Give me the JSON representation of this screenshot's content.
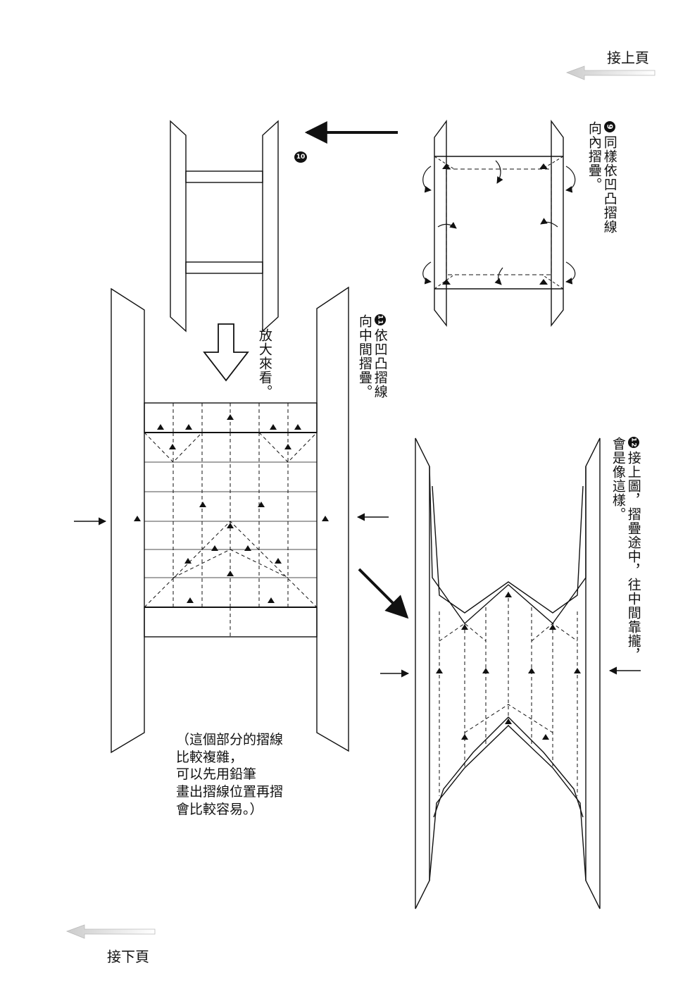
{
  "nav": {
    "prev_page": "接上頁",
    "next_page": "接下頁"
  },
  "steps": {
    "s9": {
      "number": "9",
      "line1": "同樣依凹凸摺線",
      "line2": "向內摺疊。"
    },
    "s10": {
      "number": "10"
    },
    "s11": {
      "number": "11",
      "line1": "依凹凸摺線",
      "line2": "向中間摺疊。"
    },
    "s12": {
      "number": "12",
      "line1": "接上圖，摺疊途中，往中間靠攏，",
      "line2": "會是像這樣。"
    }
  },
  "zoom_label": "放大來看。",
  "note_lines": [
    "（這個部分的摺線",
    "比較複雜，",
    "可以先用鉛筆",
    "畫出摺線位置再摺",
    "會比較容易。）"
  ]
}
